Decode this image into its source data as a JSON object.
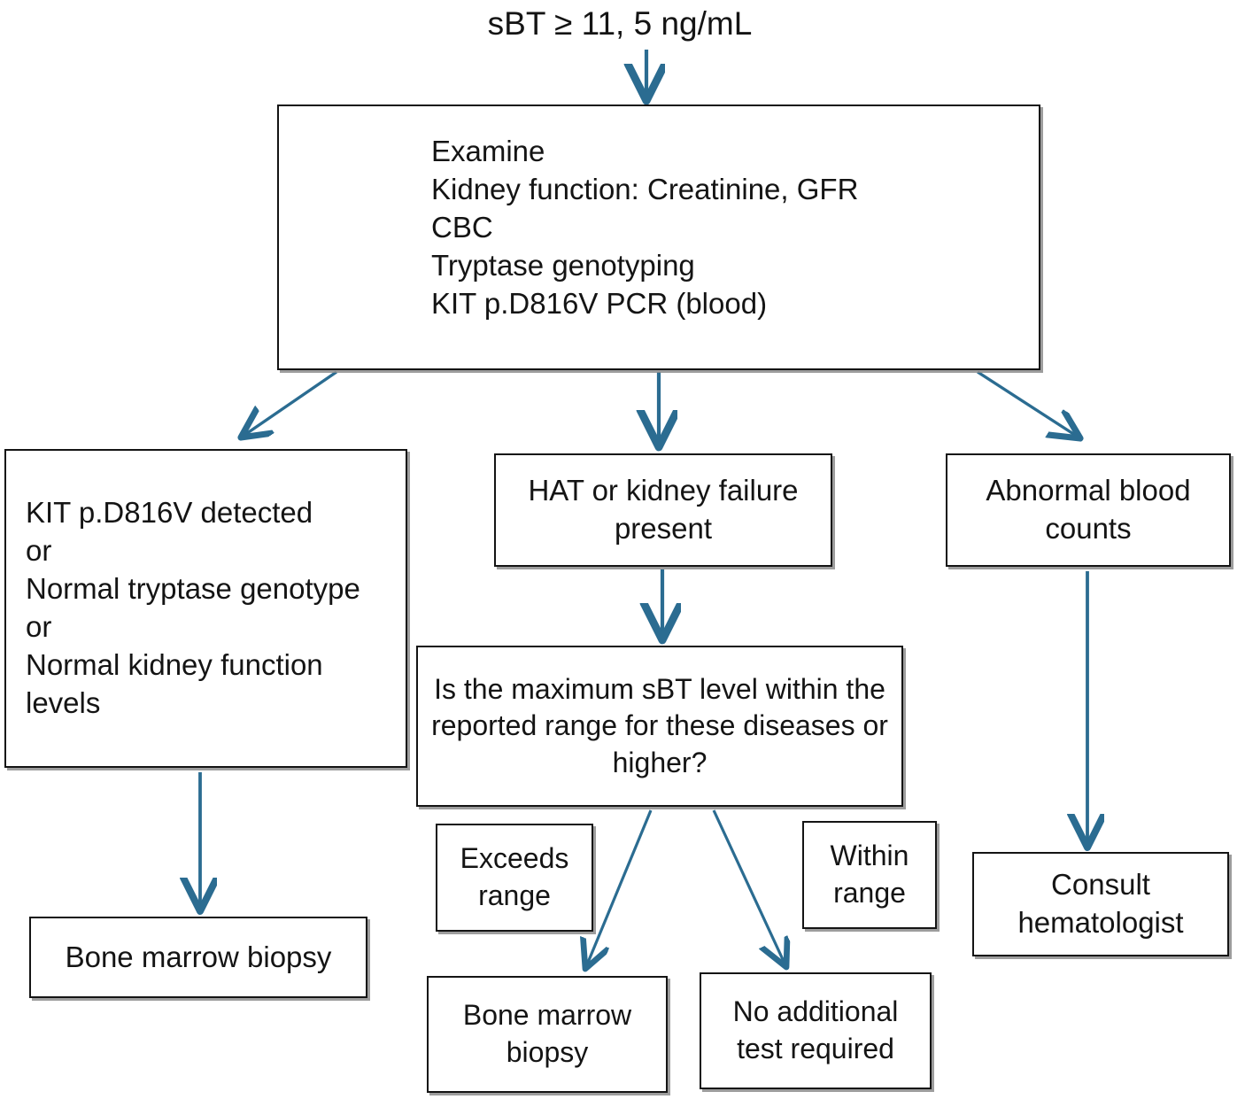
{
  "diagram": {
    "title": "sBT ≥ 11, 5 ng/mL",
    "accent_color": "#2B6C91",
    "box_border_color": "#141414",
    "background_color": "#FFFFFF",
    "nodes": {
      "examine": "Examine\n    Kidney function: Creatinine, GFR\n    CBC\n    Tryptase genotyping\n    KIT p.D816V PCR (blood)",
      "kit_detected": " KIT p.D816V detected\nor\n Normal tryptase genotype\nor\n Normal kidney function\n levels",
      "hat_or_kidney_failure": "HAT or kidney failure present",
      "abnormal_blood_counts": "Abnormal blood counts",
      "question_max_sbt": "Is the maximum sBT level within the reported range for these diseases or higher?",
      "exceeds_range": "Exceeds range",
      "within_range": "Within range",
      "bone_marrow_biopsy_left": "Bone marrow biopsy",
      "bone_marrow_biopsy_mid": "Bone marrow biopsy",
      "no_additional_test": "No additional test required",
      "consult_hematologist": "Consult hematologist"
    },
    "edges": [
      {
        "from": "title",
        "to": "examine",
        "label": ""
      },
      {
        "from": "examine",
        "to": "kit_detected",
        "label": ""
      },
      {
        "from": "examine",
        "to": "hat_or_kidney_failure",
        "label": ""
      },
      {
        "from": "examine",
        "to": "abnormal_blood_counts",
        "label": ""
      },
      {
        "from": "kit_detected",
        "to": "bone_marrow_biopsy_left",
        "label": ""
      },
      {
        "from": "hat_or_kidney_failure",
        "to": "question_max_sbt",
        "label": ""
      },
      {
        "from": "question_max_sbt",
        "to": "bone_marrow_biopsy_mid",
        "label": "Exceeds range"
      },
      {
        "from": "question_max_sbt",
        "to": "no_additional_test",
        "label": "Within range"
      },
      {
        "from": "abnormal_blood_counts",
        "to": "consult_hematologist",
        "label": ""
      }
    ]
  }
}
